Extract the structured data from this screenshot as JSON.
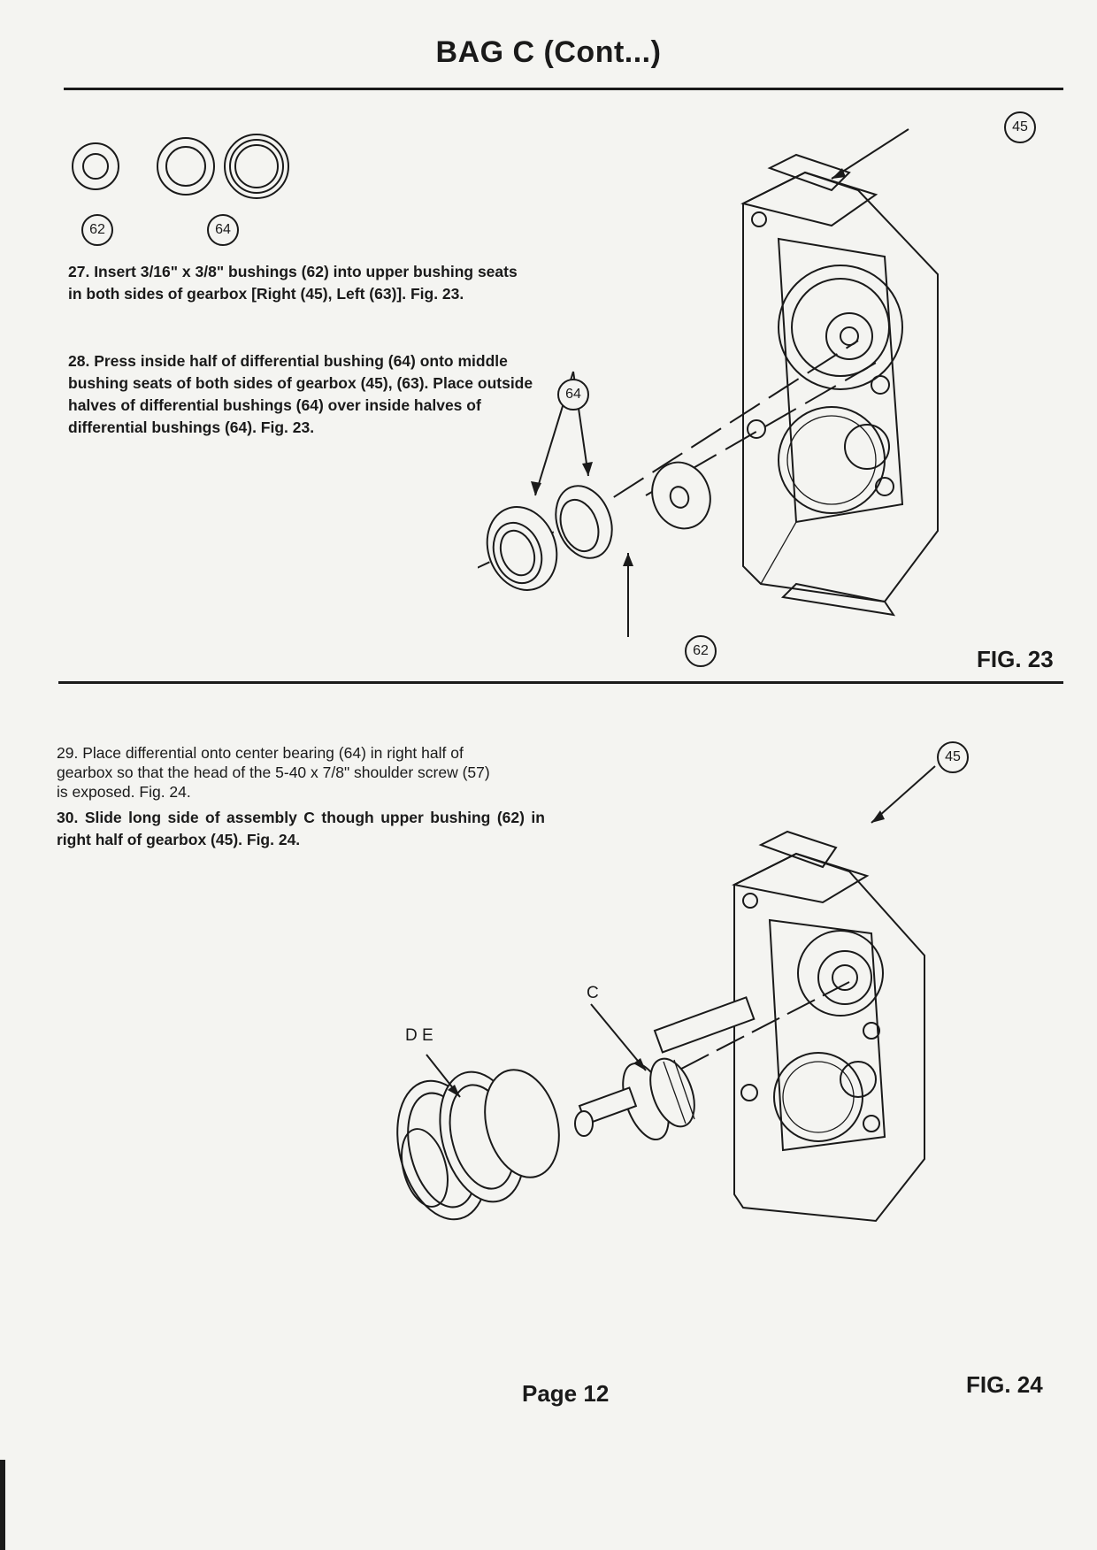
{
  "header": {
    "title": "BAG C (Cont...)"
  },
  "parts_legend": [
    {
      "label": "62"
    },
    {
      "label": "64"
    }
  ],
  "steps": [
    {
      "text": "27. Insert 3/16\" x 3/8\" bushings (62) into upper bushing seats in both sides of gearbox [Right (45), Left (63)]. Fig. 23."
    },
    {
      "text": "28. Press inside half of differential bushing (64) onto middle bushing seats of both sides of gearbox (45), (63). Place outside halves of differential bushings (64) over inside halves of differential bushings (64). Fig. 23."
    },
    {
      "text": "29. Place differential onto center bearing (64) in right half of gearbox so that the head of the 5-40 x 7/8\" shoulder screw (57) is exposed. Fig. 24."
    },
    {
      "text": "30. Slide long side of assembly C though upper bushing (62) in right half of gearbox (45). Fig. 24."
    }
  ],
  "figure_23": {
    "label": "FIG. 23",
    "callouts": [
      "45",
      "64",
      "62"
    ]
  },
  "figure_24": {
    "label": "FIG. 24",
    "callouts": [
      "45"
    ],
    "letters": [
      "C",
      "D E"
    ]
  },
  "footer": {
    "page": "Page 12"
  }
}
